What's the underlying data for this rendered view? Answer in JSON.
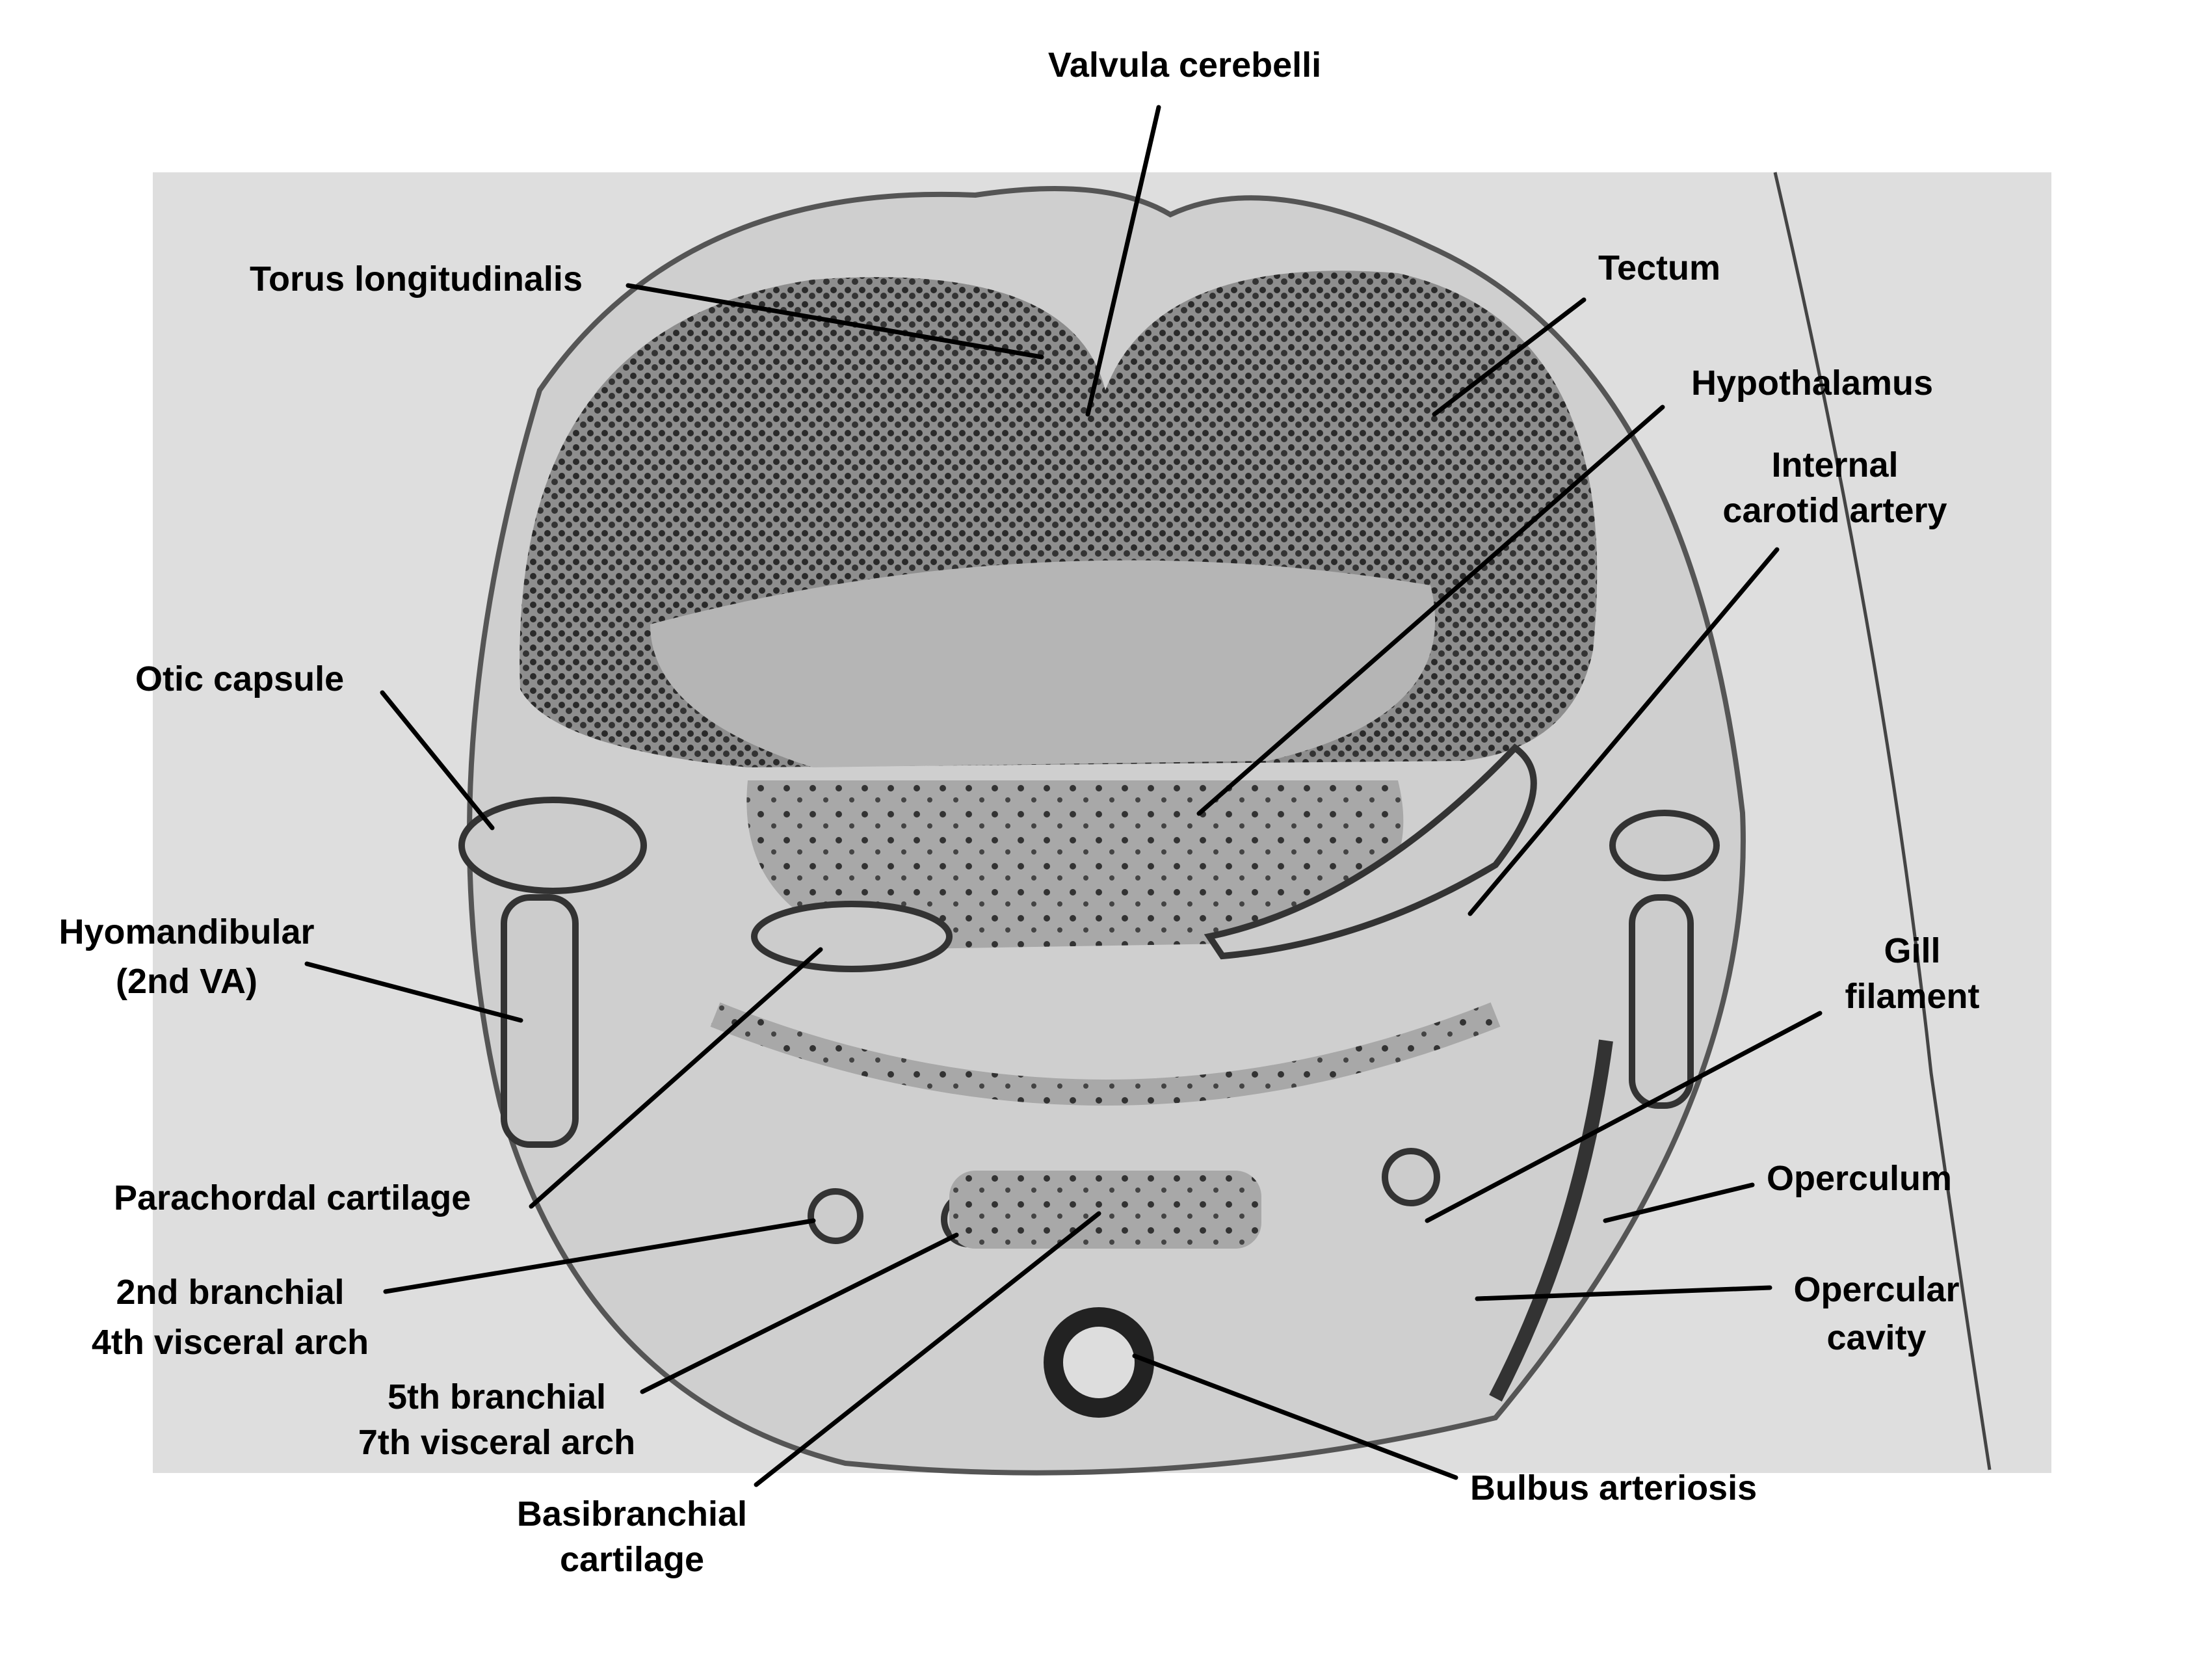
{
  "labels": {
    "valvula_cerebelli": "Valvula cerebelli",
    "torus_longitudinalis": "Torus longitudinalis",
    "tectum": "Tectum",
    "hypothalamus": "Hypothalamus",
    "internal_carotid_artery": [
      "Internal",
      "carotid artery"
    ],
    "otic_capsule": "Otic capsule",
    "hyomandibular": [
      "Hyomandibular",
      "(2nd VA)"
    ],
    "gill_filament": [
      "Gill",
      "filament"
    ],
    "parachordal_cartilage": "Parachordal cartilage",
    "operculum": "Operculum",
    "second_branchial": [
      "2nd branchial",
      "4th visceral arch"
    ],
    "opercular_cavity": [
      "Opercular",
      "cavity"
    ],
    "fifth_branchial": [
      "5th branchial",
      "7th visceral arch"
    ],
    "basibranchial_cartilage": [
      "Basibranchial",
      "cartilage"
    ],
    "bulbus_arteriosis": "Bulbus arteriosis"
  },
  "colors": {
    "background": "#ffffff",
    "slide": "#dcdcdc",
    "tissue_dark": "#3a3a3a",
    "tissue_mid": "#9a9a9a",
    "label": "#000000"
  }
}
